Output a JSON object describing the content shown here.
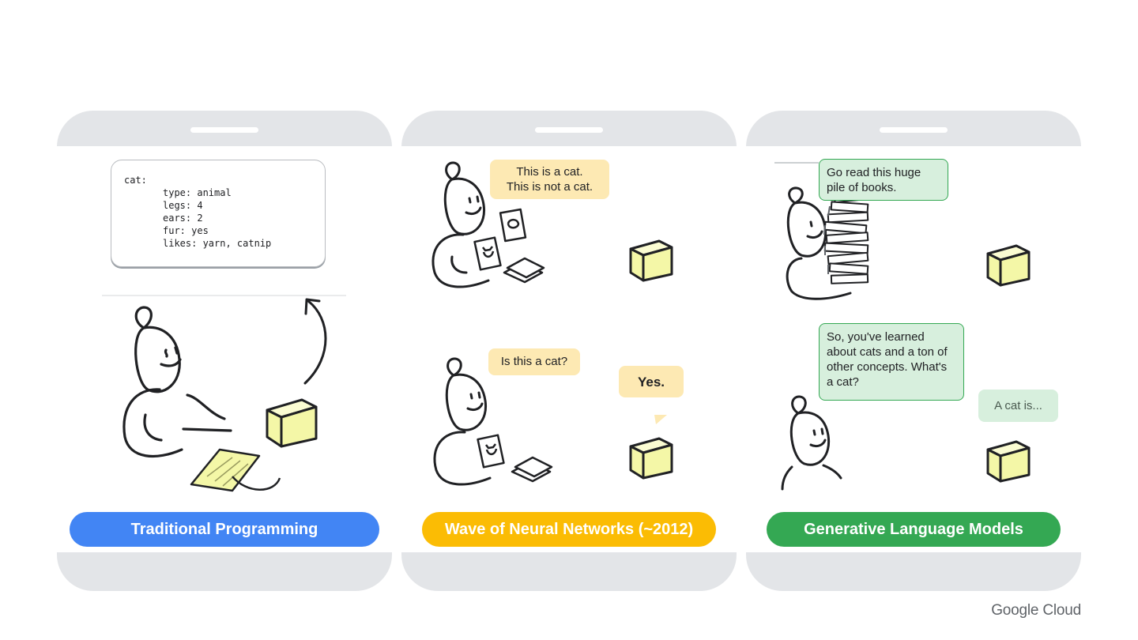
{
  "panels": {
    "traditional": {
      "label": "Traditional Programming",
      "color": "#4285f4",
      "code": {
        "head": "cat:",
        "lines": [
          "type: animal",
          "legs: 4",
          "ears: 2",
          "fur: yes",
          "likes: yarn, catnip"
        ]
      }
    },
    "neural": {
      "label": "Wave of Neural Networks (~2012)",
      "color": "#fbbc04",
      "bubble_train_line1": "This is a cat.",
      "bubble_train_line2": "This is not a cat.",
      "bubble_question": "Is this a cat?",
      "bubble_answer": "Yes."
    },
    "generative": {
      "label": "Generative Language Models",
      "color": "#34a853",
      "bubble_instruction": "Go read this huge pile of books.",
      "bubble_question": "So, you've learned about cats and a ton of other concepts. What's a cat?",
      "bubble_answer": "A cat is..."
    }
  },
  "brand": "Google Cloud",
  "colors": {
    "phone_frame": "#e3e5e8",
    "cube": "#f4f7a7",
    "speech_yellow": "#fde9b3",
    "speech_green": "#d7efdd"
  }
}
